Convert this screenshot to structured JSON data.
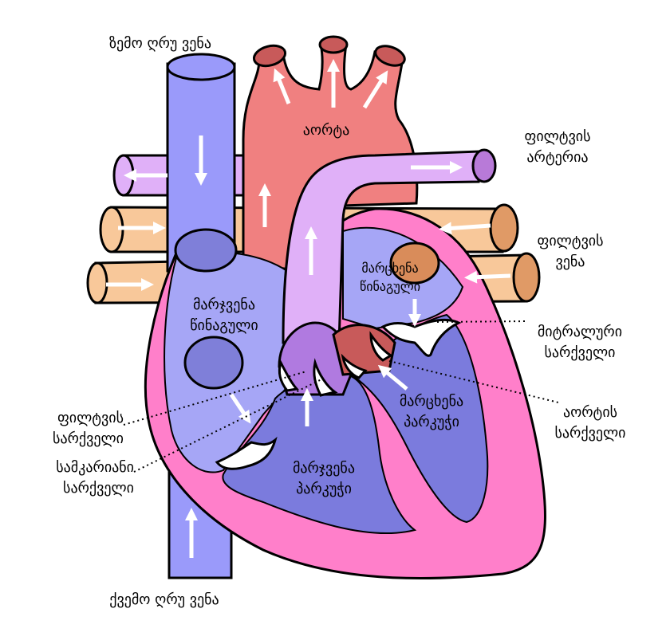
{
  "labels": {
    "superior_vena_cava": "ზემო ღრუ ვენა",
    "aorta": "აორტა",
    "pulmonary_artery": [
      "ფილტვის",
      "არტერია"
    ],
    "pulmonary_vein": [
      "ფილტვის",
      "ვენა"
    ],
    "left_atrium": [
      "მარცხენა",
      "წინაგული"
    ],
    "right_atrium": [
      "მარჯვენა",
      "წინაგული"
    ],
    "mitral_valve": [
      "მიტრალური",
      "სარქველი"
    ],
    "aortic_valve": [
      "აორტის",
      "სარქველი"
    ],
    "pulmonary_valve": [
      "ფილტვის",
      "სარქველი"
    ],
    "tricuspid_valve": [
      "სამკარიანი",
      "სარქველი"
    ],
    "left_ventricle": [
      "მარცხენა",
      "პარკუჭი"
    ],
    "right_ventricle": [
      "მარჯვენა",
      "პარკუჭი"
    ],
    "inferior_vena_cava": "ქვემო ღრუ ვენა"
  },
  "colors": {
    "deoxygenated": "#9a9afa",
    "oxygenated": "#f08080",
    "pulmonary_artery": "#e0b0f8",
    "pulmonary_vein": "#f8c89a",
    "myocardium": "#ff7fca",
    "ventricle_fill": "#7b7bdd"
  }
}
